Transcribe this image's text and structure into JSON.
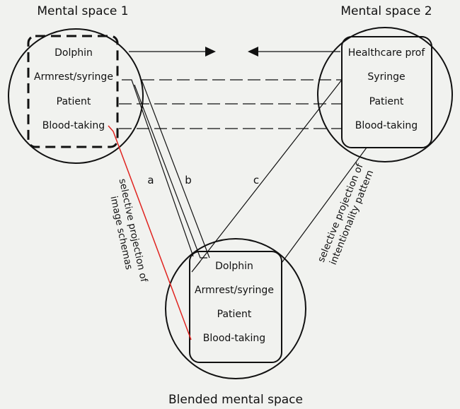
{
  "titles": {
    "space1": "Mental space 1",
    "space2": "Mental space 2",
    "blended": "Blended mental space"
  },
  "space1": {
    "items": [
      "Dolphin",
      "Armrest/syringe",
      "Patient",
      "Blood-taking"
    ]
  },
  "space2": {
    "items": [
      "Healthcare prof",
      "Syringe",
      "Patient",
      "Blood-taking"
    ]
  },
  "blended": {
    "items": [
      "Dolphin",
      "Armrest/syringe",
      "Patient",
      "Blood-taking"
    ]
  },
  "line_labels": {
    "a": "a",
    "b": "b",
    "c": "c"
  },
  "projections": {
    "left": [
      "selective projection of",
      "image schemas"
    ],
    "right": [
      "selective projection of",
      "intentionality pattern"
    ]
  },
  "colors": {
    "background": "#f1f2ef",
    "stroke": "#111111",
    "projection_red": "#e0231f"
  }
}
